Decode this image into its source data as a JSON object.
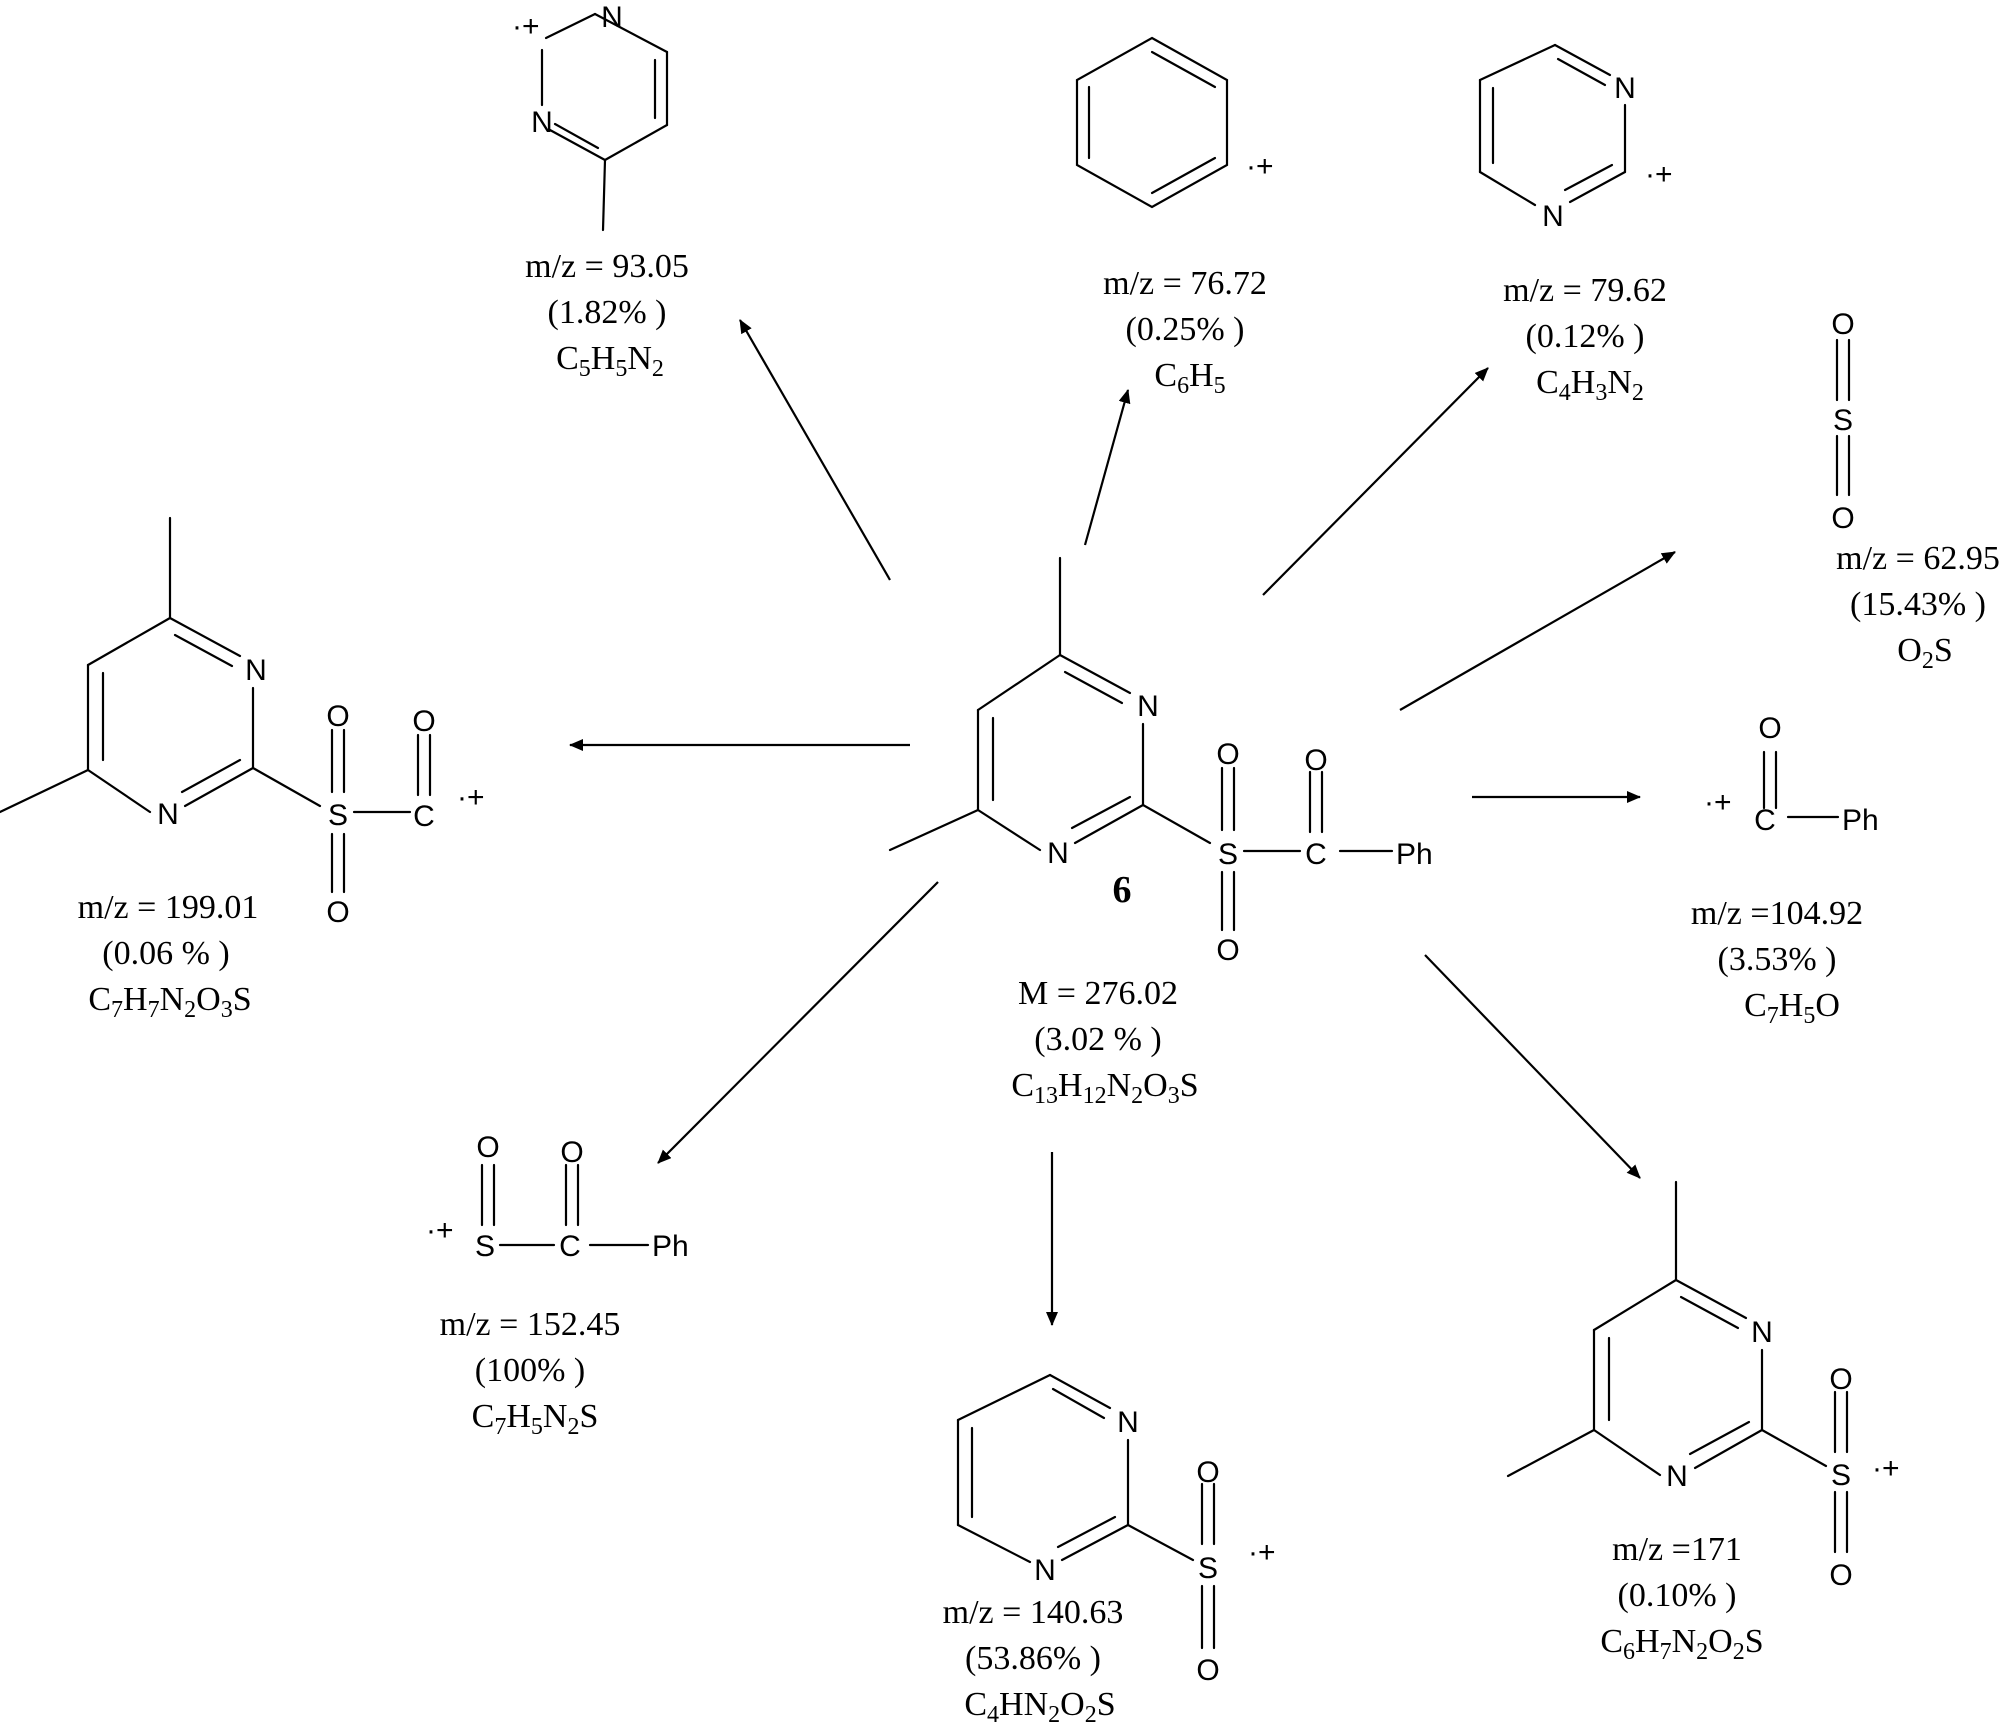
{
  "parent": {
    "label": "6",
    "mass_line": "M = 276.02",
    "abundance": "(3.02 % )",
    "formula": [
      [
        "C",
        ""
      ],
      [
        "",
        "13"
      ],
      [
        "H",
        ""
      ],
      [
        "",
        "12"
      ],
      [
        "N",
        ""
      ],
      [
        "",
        "2"
      ],
      [
        "O",
        ""
      ],
      [
        "",
        "3"
      ],
      [
        "S",
        ""
      ]
    ],
    "atoms": {
      "n_top": "N",
      "n_bottom": "N",
      "s": "S",
      "o_s_top": "O",
      "o_s_bottom": "O",
      "c": "C",
      "o_c": "O",
      "ph": "Ph"
    }
  },
  "fragments": [
    {
      "id": "f93",
      "mz": "m/z = 93.05",
      "abundance": "(1.82% )",
      "formula": [
        [
          "C",
          ""
        ],
        [
          "",
          "5"
        ],
        [
          "H",
          ""
        ],
        [
          "",
          "5"
        ],
        [
          "N",
          ""
        ],
        [
          "",
          "2"
        ]
      ],
      "atoms": {
        "n1": "N",
        "n2": "N"
      },
      "charge": "·+"
    },
    {
      "id": "f76",
      "mz": "m/z = 76.72",
      "abundance": "(0.25% )",
      "formula": [
        [
          "C",
          ""
        ],
        [
          "",
          "6"
        ],
        [
          "H",
          ""
        ],
        [
          "",
          "5"
        ]
      ],
      "charge": "·+"
    },
    {
      "id": "f79",
      "mz": "m/z = 79.62",
      "abundance": "(0.12% )",
      "formula": [
        [
          "C",
          ""
        ],
        [
          "",
          "4"
        ],
        [
          "H",
          ""
        ],
        [
          "",
          "3"
        ],
        [
          "N",
          ""
        ],
        [
          "",
          "2"
        ]
      ],
      "atoms": {
        "n1": "N",
        "n2": "N"
      },
      "charge": "·+"
    },
    {
      "id": "f63",
      "mz": "m/z = 62.95",
      "abundance": "(15.43% )",
      "formula": [
        [
          "O",
          ""
        ],
        [
          "",
          "2"
        ],
        [
          "S",
          ""
        ]
      ],
      "atoms": {
        "o1": "O",
        "s": "S",
        "o2": "O"
      }
    },
    {
      "id": "f105",
      "mz": "m/z =104.92",
      "abundance": "(3.53% )",
      "formula": [
        [
          "C",
          ""
        ],
        [
          "",
          "7"
        ],
        [
          "H",
          ""
        ],
        [
          "",
          "5"
        ],
        [
          "O",
          ""
        ]
      ],
      "atoms": {
        "o": "O",
        "c": "C",
        "ph": "Ph"
      },
      "charge": "·+"
    },
    {
      "id": "f171",
      "mz": "m/z =171",
      "abundance": "(0.10% )",
      "formula": [
        [
          "C",
          ""
        ],
        [
          "",
          "6"
        ],
        [
          "H",
          ""
        ],
        [
          "",
          "7"
        ],
        [
          "N",
          ""
        ],
        [
          "",
          "2"
        ],
        [
          "O",
          ""
        ],
        [
          "",
          "2"
        ],
        [
          "S",
          ""
        ]
      ],
      "atoms": {
        "n1": "N",
        "n2": "N",
        "s": "S",
        "o1": "O",
        "o2": "O"
      },
      "charge": "·+"
    },
    {
      "id": "f141",
      "mz": "m/z = 140.63",
      "abundance": "(53.86% )",
      "formula": [
        [
          "C",
          ""
        ],
        [
          "",
          "4"
        ],
        [
          "H",
          ""
        ],
        [
          "N",
          ""
        ],
        [
          "",
          "2"
        ],
        [
          "O",
          ""
        ],
        [
          "",
          "2"
        ],
        [
          "S",
          ""
        ]
      ],
      "atoms": {
        "n1": "N",
        "n2": "N",
        "s": "S",
        "o1": "O",
        "o2": "O"
      },
      "charge": "·+"
    },
    {
      "id": "f152",
      "mz": "m/z = 152.45",
      "abundance": "(100% )",
      "formula": [
        [
          "C",
          ""
        ],
        [
          "",
          "7"
        ],
        [
          "H",
          ""
        ],
        [
          "",
          "5"
        ],
        [
          "N",
          ""
        ],
        [
          "",
          "2"
        ],
        [
          "S",
          ""
        ]
      ],
      "atoms": {
        "s": "S",
        "o_s": "O",
        "c": "C",
        "o_c": "O",
        "ph": "Ph"
      },
      "charge": "·+"
    },
    {
      "id": "f199",
      "mz": "m/z = 199.01",
      "abundance": "(0.06 % )",
      "formula": [
        [
          "C",
          ""
        ],
        [
          "",
          "7"
        ],
        [
          "H",
          ""
        ],
        [
          "",
          "7"
        ],
        [
          "N",
          ""
        ],
        [
          "",
          "2"
        ],
        [
          "O",
          ""
        ],
        [
          "",
          "3"
        ],
        [
          "S",
          ""
        ]
      ],
      "atoms": {
        "n1": "N",
        "n2": "N",
        "s": "S",
        "o1": "O",
        "o2": "O",
        "c": "C",
        "o_c": "O"
      },
      "charge": "·+"
    }
  ]
}
